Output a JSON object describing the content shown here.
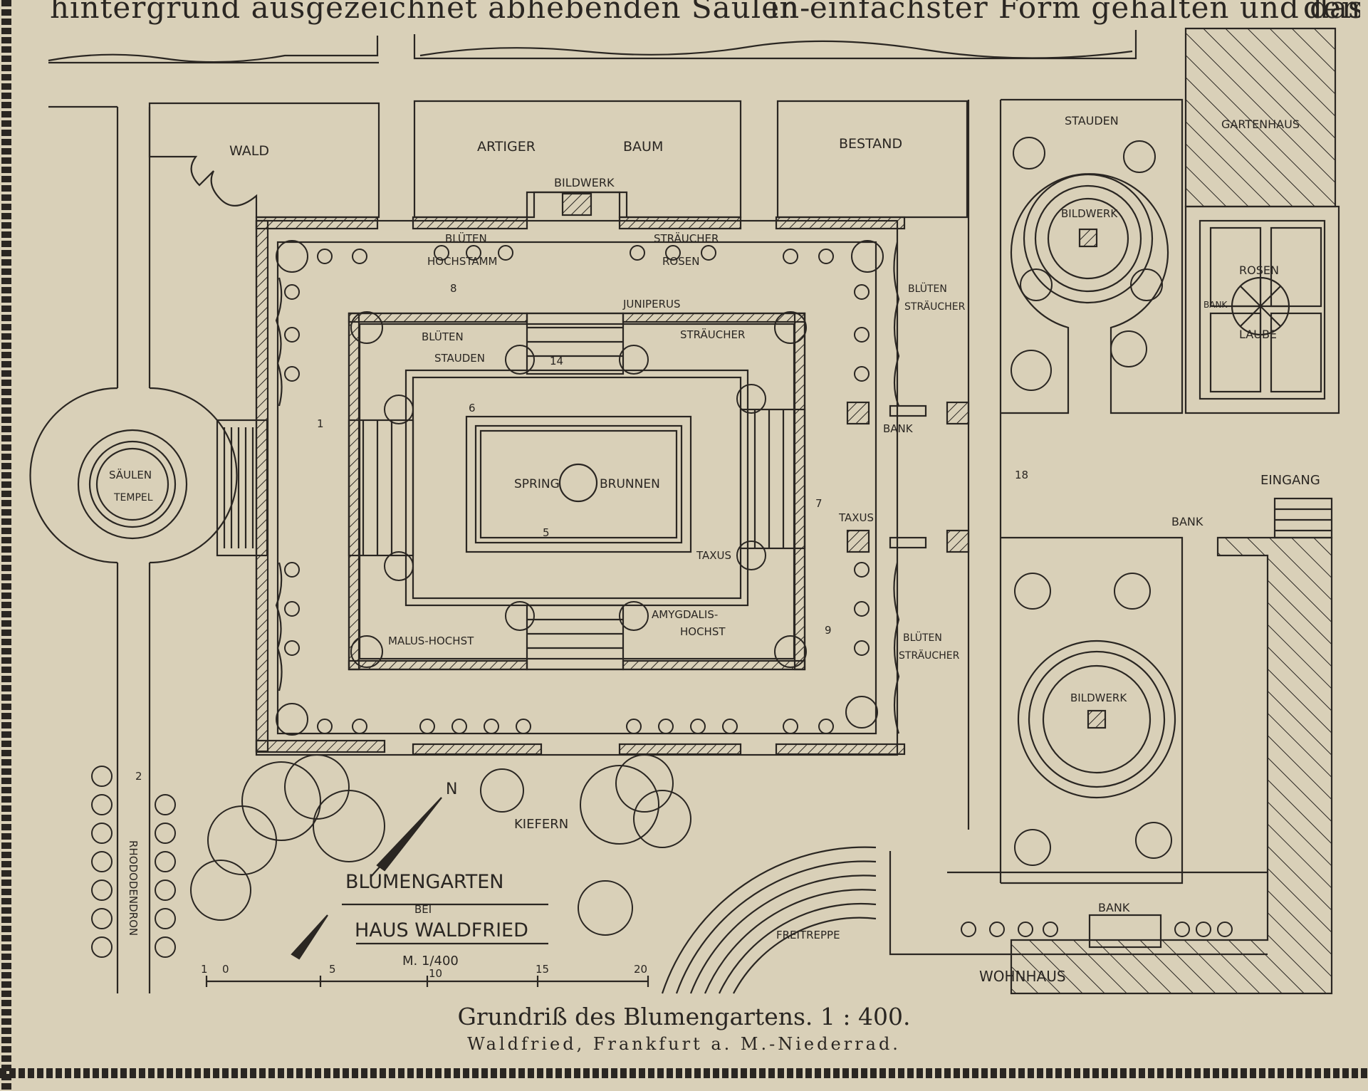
{
  "top_text_fragments": [
    "hintergrund ausgezeichnet abhebenden Säulen-",
    "in einfachster Form gehalten und das",
    "dem"
  ],
  "plan_labels": {
    "wald": "WALD",
    "artiger": "ARTIGER",
    "baum": "BAUM",
    "bestand": "BESTAND",
    "bildwerk_top": "BILDWERK",
    "blueten_hochstamm_1": "BLÜTEN",
    "blueten_hochstamm_2": "HOCHSTAMM",
    "straeucher_rosen_1": "STRÄUCHER",
    "straeucher_rosen_2": "ROSEN",
    "juniperus": "JUNIPERUS",
    "blueten_stauden_1": "BLÜTEN",
    "blueten_stauden_2": "STAUDEN",
    "straeucher_inner": "STRÄUCHER",
    "blueten_straeucher_a1": "BLÜTEN",
    "blueten_straeucher_a2": "STRÄUCHER",
    "blueten_straeucher_b1": "BLÜTEN",
    "blueten_straeucher_b2": "STRÄUCHER",
    "spring": "SPRING",
    "brunnen": "BRUNNEN",
    "taxus_inner": "TAXUS",
    "taxus_east": "TAXUS",
    "malus": "MALUS-HOCHST",
    "amygdalis_1": "AMYGDALIS-",
    "amygdalis_2": "HOCHST",
    "bank_east_top": "BANK",
    "bank_eingang": "BANK",
    "bank_rosen": "BANK",
    "bank_wohnhaus": "BANK",
    "saeulen": "SÄULEN",
    "tempel": "TEMPEL",
    "stauden_ne": "STAUDEN",
    "gartenhaus": "GARTENHAUS",
    "bildwerk_ne": "BILDWERK",
    "bildwerk_se": "BILDWERK",
    "rosen": "ROSEN",
    "laube": "LAUBE",
    "eingang": "EINGANG",
    "kiefern": "KIEFERN",
    "freitreppe": "FREITREPPE",
    "wohnhaus": "WOHNHAUS",
    "rhododendron": "RHODODENDRON",
    "north": "N"
  },
  "viewpoints": [
    "1",
    "2",
    "5",
    "6",
    "7",
    "8",
    "9",
    "14",
    "18"
  ],
  "title_block": {
    "line1": "BLUMENGARTEN",
    "line2": "BEI",
    "line3": "HAUS WALDFRIED",
    "scale": "M. 1/400"
  },
  "scale_bar_ticks": [
    "1",
    "0",
    "5",
    "10",
    "15",
    "20"
  ],
  "caption": {
    "title": "Grundriß des Blumengartens.  1 : 400.",
    "subtitle": "Waldfried, Frankfurt a. M.-Niederrad."
  },
  "colors": {
    "paper": "#d9d0b8",
    "ink": "#2a2622"
  }
}
